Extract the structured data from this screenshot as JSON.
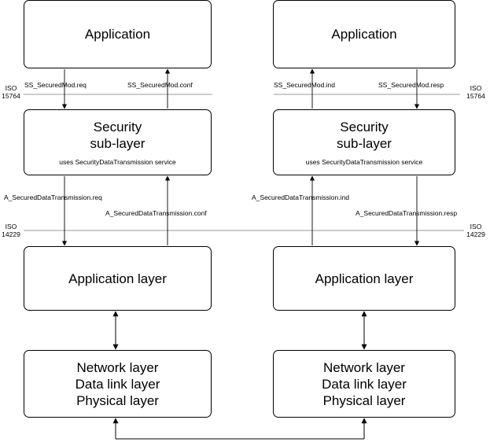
{
  "left": {
    "application": "Application",
    "security": [
      "Security",
      "sub-layer"
    ],
    "security_note": "uses SecurityDataTransmission service",
    "app_layer": "Application layer",
    "lower": [
      "Network layer",
      "Data link layer",
      "Physical layer"
    ],
    "ss_down": "SS_SecuredMod.req",
    "ss_up": "SS_SecuredMod.conf",
    "a_down": "A_SecuredDataTransmission.req",
    "a_up": "A_SecuredDataTransmission.conf"
  },
  "right": {
    "application": "Application",
    "security": [
      "Security",
      "sub-layer"
    ],
    "security_note": "uses SecurityDataTransmission service",
    "app_layer": "Application layer",
    "lower": [
      "Network layer",
      "Data link layer",
      "Physical layer"
    ],
    "ss_up": "SS_SecuredMod.ind",
    "ss_down": "SS_SecuredMod.resp",
    "a_up": "A_SecuredDataTransmission.ind",
    "a_down": "A_SecuredDataTransmission.resp"
  },
  "iso": {
    "upper": [
      "ISO",
      "15764"
    ],
    "lower": [
      "ISO",
      "14229"
    ]
  }
}
